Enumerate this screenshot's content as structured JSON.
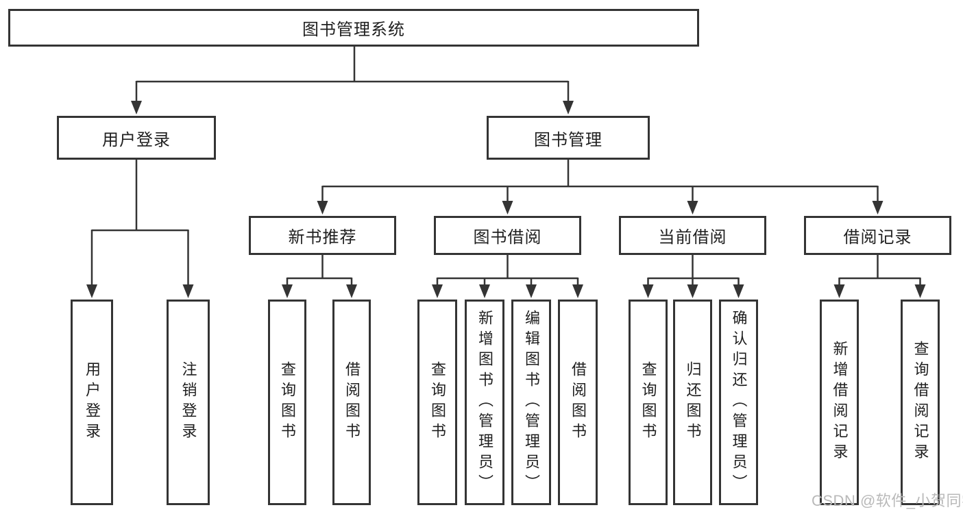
{
  "page": {
    "background": "#ffffff",
    "watermark": "CSDN @软件_小贺同学"
  },
  "colors": {
    "line": "#343434",
    "box_border": "#343434",
    "text": "#1f1f1f",
    "watermark": "#b9b9b9"
  },
  "diagram": {
    "root": {
      "label": "图书管理系统"
    },
    "level2": [
      {
        "label": "用户登录"
      },
      {
        "label": "图书管理"
      }
    ],
    "level3": [
      {
        "label": "新书推荐"
      },
      {
        "label": "图书借阅"
      },
      {
        "label": "当前借阅"
      },
      {
        "label": "借阅记录"
      }
    ],
    "leaves": {
      "user_login": [
        "用户登录",
        "注销登录"
      ],
      "new_books": [
        "查询图书",
        "借阅图书"
      ],
      "book_borrow": [
        "查询图书",
        "新增图书（管理员）",
        "编辑图书（管理员）",
        "借阅图书"
      ],
      "current_borrow": [
        "查询图书",
        "归还图书",
        "确认归还（管理员）"
      ],
      "borrow_records": [
        "新增借阅记录",
        "查询借阅记录"
      ]
    }
  }
}
